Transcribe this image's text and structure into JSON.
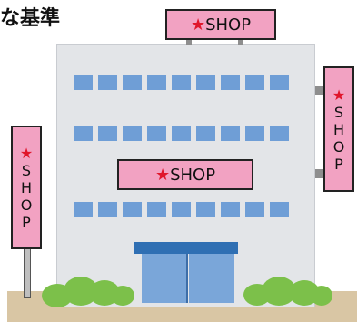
{
  "heading": {
    "text": "な基準"
  },
  "signs": {
    "top": {
      "star": "★",
      "text": "SHOP"
    },
    "middle": {
      "star": "★",
      "text": "SHOP"
    },
    "left": {
      "star": "★",
      "letters": [
        "S",
        "H",
        "O",
        "P"
      ]
    },
    "right": {
      "star": "★",
      "letters": [
        "S",
        "H",
        "O",
        "P"
      ]
    }
  },
  "colors": {
    "sign_fill": "#f2a2c2",
    "star": "#e0162b",
    "window": "#6f9ed6",
    "building": "#e3e5e8",
    "bush": "#7cc04a",
    "ground": "#d9c6a4"
  }
}
